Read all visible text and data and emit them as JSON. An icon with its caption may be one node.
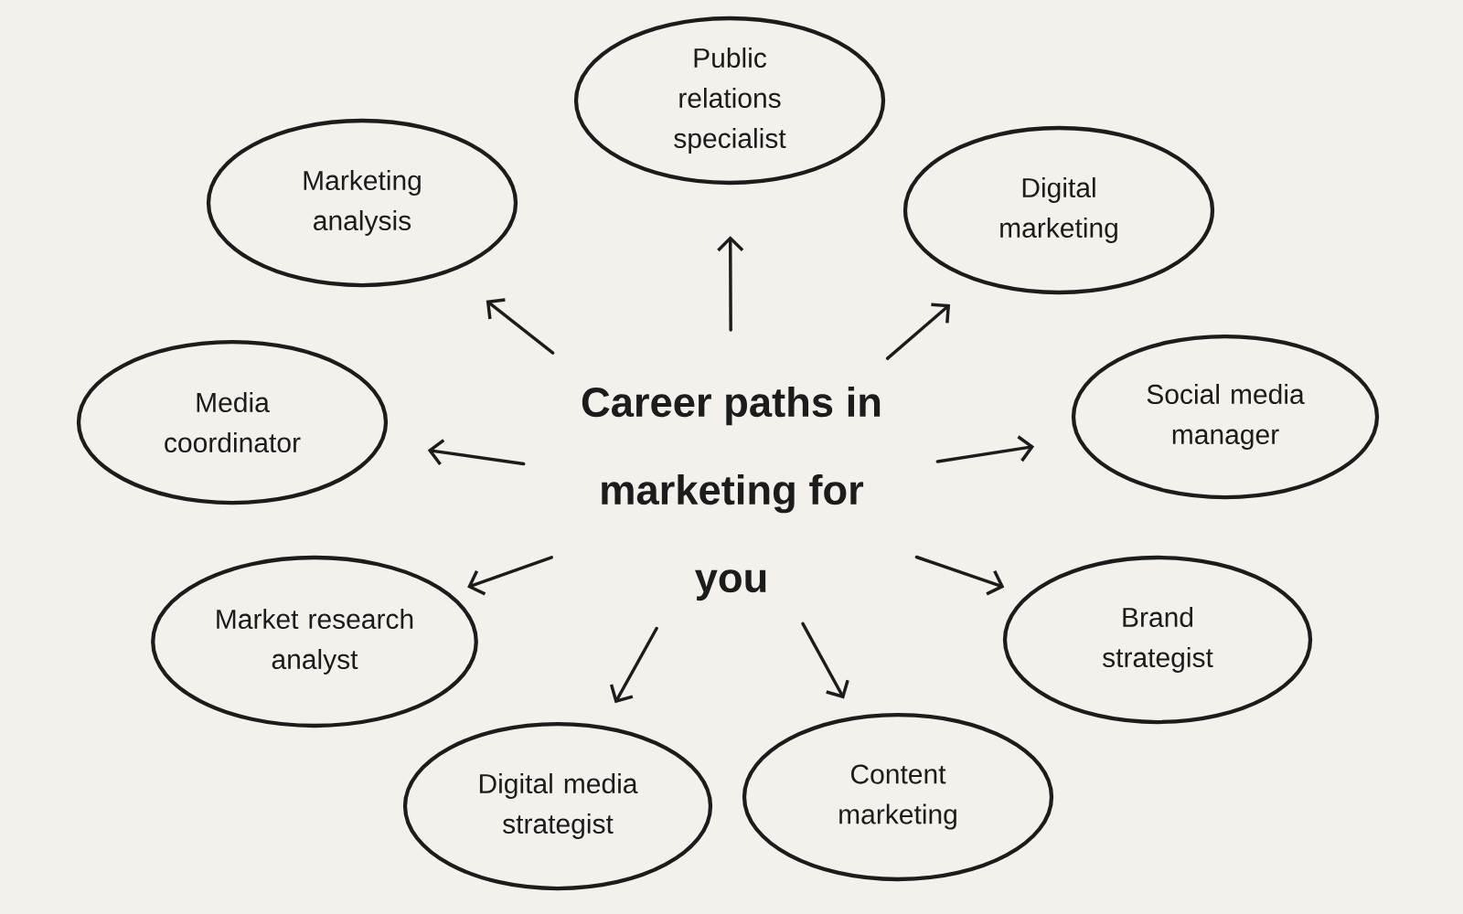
{
  "diagram": {
    "nodes": [
      {
        "text": [
          "Career paths in marketing for you"
        ]
      },
      {
        "text": [
          "Public relations specialist"
        ]
      },
      {
        "text": [
          "Marketing analysis"
        ]
      },
      {
        "text": [
          "Digital marketing"
        ]
      },
      {
        "text": [
          "Media coordinator"
        ]
      },
      {
        "text": [
          "Social media manager"
        ]
      },
      {
        "text": [
          "Market research analyst"
        ]
      },
      {
        "text": [
          "Brand strategist"
        ]
      },
      {
        "text": [
          "Digital media strategist"
        ]
      },
      {
        "text": [
          "Content marketing"
        ]
      }
    ],
    "edges": [
      {
        "from": 0,
        "to": 1,
        "arrow": "to"
      },
      {
        "from": 0,
        "to": 2,
        "arrow": "to"
      },
      {
        "from": 0,
        "to": 3,
        "arrow": "to"
      },
      {
        "from": 0,
        "to": 4,
        "arrow": "to"
      },
      {
        "from": 0,
        "to": 5,
        "arrow": "to"
      },
      {
        "from": 0,
        "to": 6,
        "arrow": "to"
      },
      {
        "from": 0,
        "to": 7,
        "arrow": "to"
      },
      {
        "from": 0,
        "to": 8,
        "arrow": "to"
      },
      {
        "from": 0,
        "to": 9,
        "arrow": "to"
      }
    ]
  }
}
